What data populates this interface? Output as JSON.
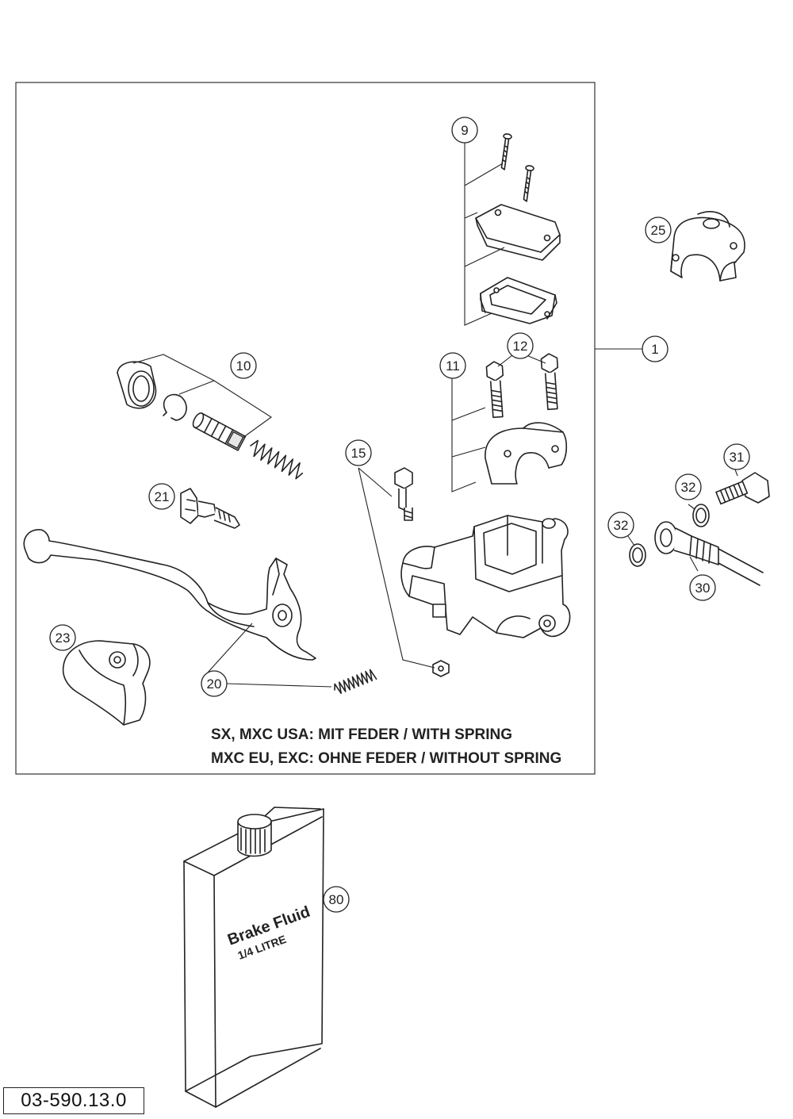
{
  "diagram": {
    "callouts": [
      "1",
      "9",
      "10",
      "11",
      "12",
      "15",
      "20",
      "21",
      "23",
      "25",
      "30",
      "31",
      "32",
      "32",
      "80"
    ],
    "notes": [
      "SX, MXC USA: MIT FEDER / WITH SPRING",
      "MXC EU, EXC: OHNE FEDER / WITHOUT SPRING"
    ],
    "container_label": [
      "Brake Fluid",
      "1/4 LITRE"
    ],
    "catalog_number": "03-590.13.0"
  }
}
